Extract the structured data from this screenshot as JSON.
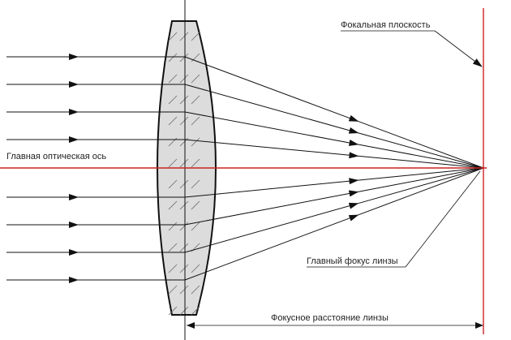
{
  "labels": {
    "focal_plane": "Фокальная плоскость",
    "optical_axis": "Главная оптическая ось",
    "principal_focus": "Главный фокус линзы",
    "focal_length": "Фокусное расстояние линзы"
  },
  "colors": {
    "axis": "#cc2222",
    "focal_plane": "#cc2222",
    "rays": "#111111",
    "lens_fill": "#dcdcdc",
    "lens_stroke": "#111111",
    "text": "#222222"
  },
  "rays": {
    "count": 8
  }
}
